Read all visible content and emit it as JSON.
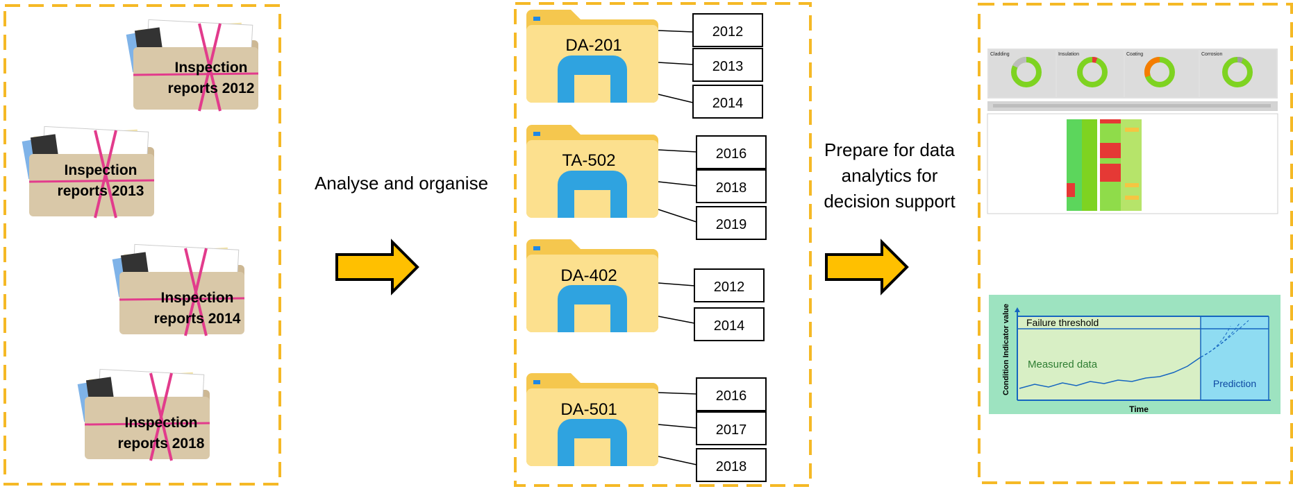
{
  "colors": {
    "dash_border": "#F5B926",
    "arrow_fill": "#FFC000",
    "folder_back": "#F5C74E",
    "folder_front": "#FCE08E",
    "folder_cloud": "#2FA3E0",
    "folder_tag": "#1E88E5",
    "envelope": "#D9C8A8",
    "band": "#E23B8C",
    "chart_bg": "#9DE3C0",
    "chart_measured": "#D8EFC5",
    "chart_prediction": "#8FDCF2",
    "chart_line": "#1565C0"
  },
  "left_panel": {
    "reports": [
      {
        "line1": "Inspection",
        "line2": "reports 2012"
      },
      {
        "line1": "Inspection",
        "line2": "reports 2013"
      },
      {
        "line1": "Inspection",
        "line2": "reports 2014"
      },
      {
        "line1": "Inspection",
        "line2": "reports 2018"
      }
    ]
  },
  "step1": {
    "label": "Analyse and organise"
  },
  "middle_panel": {
    "folders": [
      {
        "name": "DA-201",
        "icon": "folder-icon",
        "years": [
          "2012",
          "2013",
          "2014"
        ]
      },
      {
        "name": "TA-502",
        "icon": "folder-icon",
        "years": [
          "2016",
          "2018",
          "2019"
        ]
      },
      {
        "name": "DA-402",
        "icon": "folder-icon",
        "years": [
          "2012",
          "2014"
        ]
      },
      {
        "name": "DA-501",
        "icon": "folder-icon",
        "years": [
          "2016",
          "2017",
          "2018"
        ]
      }
    ]
  },
  "step2": {
    "line1": "Prepare for data",
    "line2": "analytics for",
    "line3": "decision support"
  },
  "dashboard": {
    "donuts": [
      {
        "title": "Cladding"
      },
      {
        "title": "Insulation"
      },
      {
        "title": "Coating"
      },
      {
        "title": "Corrosion"
      }
    ]
  },
  "prediction_chart": {
    "threshold_label": "Failure threshold",
    "measured_label": "Measured data",
    "prediction_label": "Prediction",
    "ylabel": "Condition Indicator value",
    "xlabel": "Time"
  }
}
